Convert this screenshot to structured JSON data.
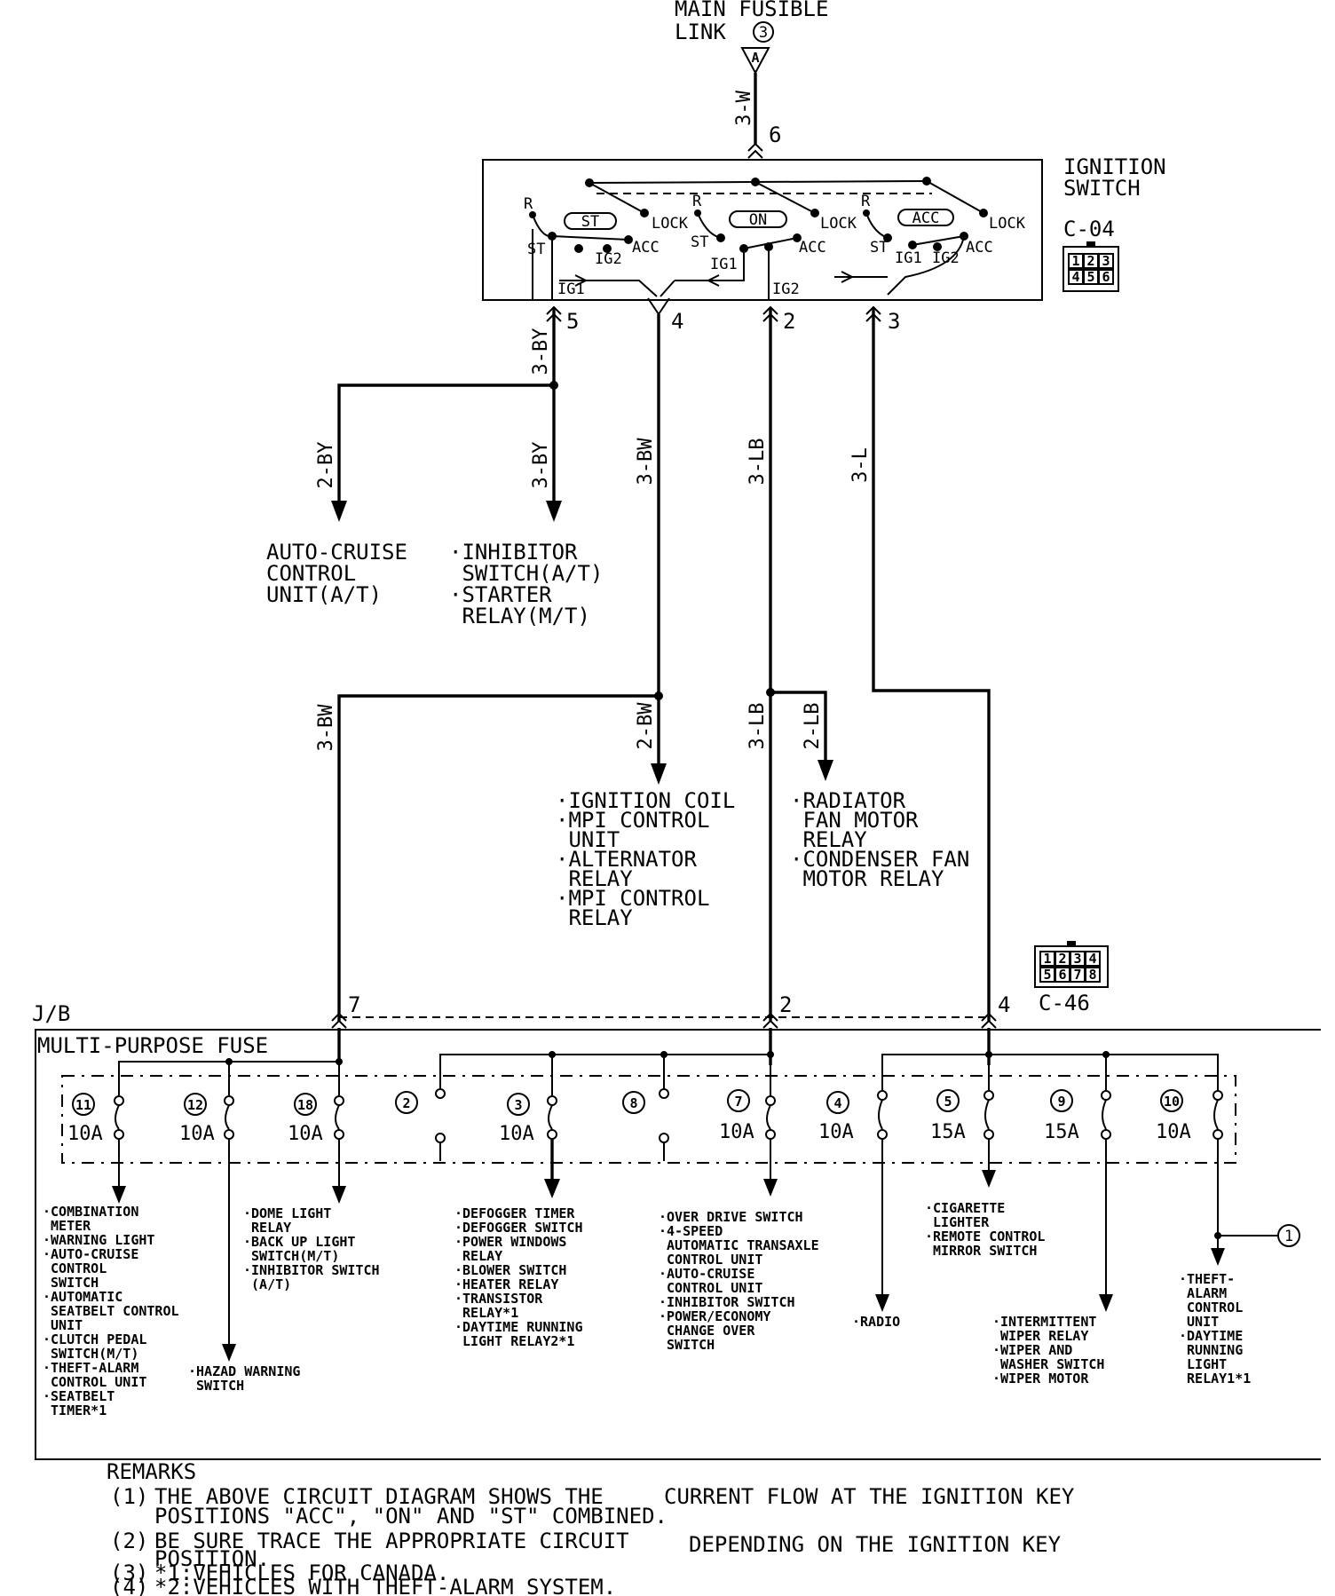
{
  "source": {
    "label_line1": "MAIN FUSIBLE",
    "label_line2": "LINK",
    "link_number": "3",
    "connector": "A",
    "wire": "3-W",
    "pin": "6"
  },
  "ignition_switch": {
    "title_line1": "IGNITION",
    "title_line2": "SWITCH",
    "connector_id": "C-04",
    "connector_pins": [
      "1",
      "2",
      "3",
      "4",
      "5",
      "6"
    ],
    "positions": {
      "st": "ST",
      "on": "ON",
      "acc": "ACC"
    },
    "terminals": {
      "r": "R",
      "st": "ST",
      "lock": "LOCK",
      "acc": "ACC",
      "ig1": "IG1",
      "ig2": "IG2"
    },
    "output_pins": [
      "5",
      "4",
      "2",
      "3"
    ]
  },
  "wires": {
    "out5": "3-BY",
    "br_cruise": "2-BY",
    "br_inhibitor": "3-BY",
    "out4": "3-BW",
    "out4_jb": "3-BW",
    "out4_coil": "2-BW",
    "out2": "3-LB",
    "out2_jb": "3-LB",
    "out2_fan": "2-LB",
    "out3": "3-L"
  },
  "loads": {
    "cruise": [
      "AUTO-CRUISE",
      "CONTROL",
      "UNIT(A/T)"
    ],
    "inhibitor": [
      "·INHIBITOR",
      " SWITCH(A/T)",
      "·STARTER",
      " RELAY(M/T)"
    ],
    "coil": [
      "·IGNITION COIL",
      "·MPI CONTROL",
      " UNIT",
      "·ALTERNATOR",
      " RELAY",
      "·MPI CONTROL",
      " RELAY"
    ],
    "fan": [
      "·RADIATOR",
      " FAN MOTOR",
      " RELAY",
      "·CONDENSER FAN",
      " MOTOR RELAY"
    ]
  },
  "junction_block": {
    "label": "J/B",
    "title": "MULTI-PURPOSE FUSE",
    "connector_id": "C-46",
    "connector_pins": [
      "1",
      "2",
      "3",
      "4",
      "5",
      "6",
      "7",
      "8"
    ],
    "input_pins": [
      "7",
      "2",
      "4"
    ]
  },
  "fuses": [
    {
      "num": "11",
      "rating": "10A"
    },
    {
      "num": "12",
      "rating": "10A"
    },
    {
      "num": "18",
      "rating": "10A"
    },
    {
      "num": "2",
      "rating": ""
    },
    {
      "num": "3",
      "rating": "10A"
    },
    {
      "num": "8",
      "rating": ""
    },
    {
      "num": "7",
      "rating": "10A"
    },
    {
      "num": "4",
      "rating": "10A"
    },
    {
      "num": "5",
      "rating": "15A"
    },
    {
      "num": "9",
      "rating": "15A"
    },
    {
      "num": "10",
      "rating": "10A"
    }
  ],
  "fuse_loads": {
    "f11": [
      "·COMBINATION",
      " METER",
      "·WARNING LIGHT",
      "·AUTO-CRUISE",
      " CONTROL",
      " SWITCH",
      "·AUTOMATIC",
      " SEATBELT CONTROL",
      " UNIT",
      "·CLUTCH PEDAL",
      " SWITCH(M/T)",
      "·THEFT-ALARM",
      " CONTROL UNIT",
      "·SEATBELT",
      " TIMER*1"
    ],
    "f12": [
      "·HAZAD WARNING",
      " SWITCH"
    ],
    "f18": [
      "·DOME LIGHT",
      " RELAY",
      "·BACK UP LIGHT",
      " SWITCH(M/T)",
      "·INHIBITOR SWITCH",
      " (A/T)"
    ],
    "f3": [
      "·DEFOGGER TIMER",
      "·DEFOGGER SWITCH",
      "·POWER WINDOWS",
      " RELAY",
      "·BLOWER SWITCH",
      "·HEATER RELAY",
      "·TRANSISTOR",
      " RELAY*1",
      "·DAYTIME RUNNING",
      " LIGHT RELAY2*1"
    ],
    "f7": [
      "·OVER DRIVE SWITCH",
      "·4-SPEED",
      " AUTOMATIC TRANSAXLE",
      " CONTROL UNIT",
      "·AUTO-CRUISE",
      " CONTROL UNIT",
      "·INHIBITOR SWITCH",
      "·POWER/ECONOMY",
      " CHANGE OVER",
      " SWITCH"
    ],
    "f4": [
      "·RADIO"
    ],
    "f5": [
      "·CIGARETTE",
      " LIGHTER",
      "·REMOTE CONTROL",
      " MIRROR SWITCH"
    ],
    "f9": [
      "·INTERMITTENT",
      " WIPER RELAY",
      "·WIPER AND",
      " WASHER SWITCH",
      "·WIPER MOTOR"
    ],
    "f10": [
      "·THEFT-",
      " ALARM",
      " CONTROL",
      " UNIT",
      "·DAYTIME",
      " RUNNING",
      " LIGHT",
      " RELAY1*1"
    ],
    "f10_ref": "1"
  },
  "remarks": {
    "title": "REMARKS",
    "r1_num": "(1)",
    "r1_line1": "THE ABOVE CIRCUIT DIAGRAM SHOWS THE",
    "r1_line1b": "CURRENT FLOW AT THE IGNITION KEY",
    "r1_line2": "POSITIONS \"ACC\", \"ON\" AND \"ST\" COMBINED.",
    "r2_num": "(2)",
    "r2_line1": "BE SURE TRACE THE APPROPRIATE CIRCUIT",
    "r2_line1b": "DEPENDING ON THE IGNITION KEY",
    "r2_line2": "POSITION.",
    "r3_num": "(3)",
    "r3_text": "*1:VEHICLES FOR CANADA.",
    "r4_num": "(4)",
    "r4_text": "*2:VEHICLES WITH THEFT-ALARM SYSTEM."
  }
}
